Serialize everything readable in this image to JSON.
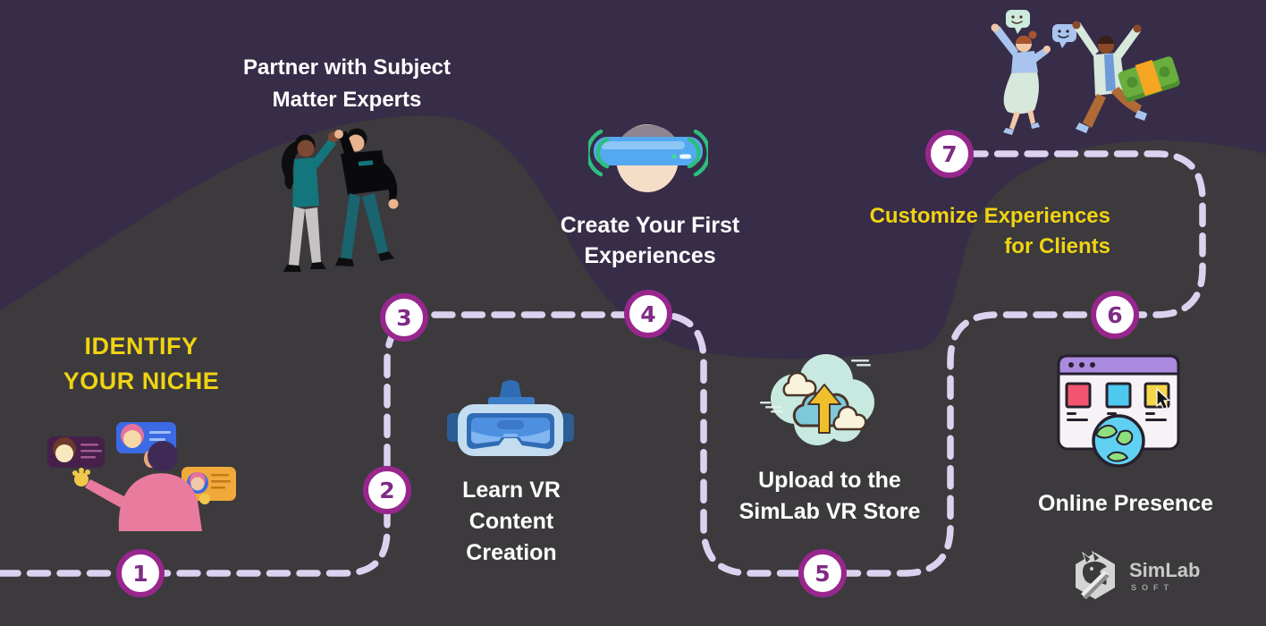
{
  "page": {
    "title": "7-step VR business roadmap infographic"
  },
  "colors": {
    "background_top": "#372D48",
    "background_hill": "#3C3A3D",
    "route_dash": "#DCD2F0",
    "milestone_border": "#97278C",
    "milestone_number": "#7F2B85",
    "accent_yellow": "#F0D313",
    "text_white": "#FFFFFF"
  },
  "milestones": [
    {
      "number": "1"
    },
    {
      "number": "2"
    },
    {
      "number": "3"
    },
    {
      "number": "4"
    },
    {
      "number": "5"
    },
    {
      "number": "6"
    },
    {
      "number": "7"
    }
  ],
  "labels": {
    "partner": {
      "lines": [
        "Partner with Subject",
        "Matter Experts"
      ],
      "color": "#FFFFFF"
    },
    "identify": {
      "lines": [
        "IDENTIFY",
        "YOUR NICHE"
      ],
      "color": "#F0D313"
    },
    "learn": {
      "lines": [
        "Learn VR",
        "Content",
        "Creation"
      ],
      "color": "#FFFFFF"
    },
    "create": {
      "lines": [
        "Create Your First",
        "Experiences"
      ],
      "color": "#FFFFFF"
    },
    "upload": {
      "lines": [
        "Upload to the",
        "SimLab VR Store"
      ],
      "color": "#FFFFFF"
    },
    "online": {
      "lines": [
        "Online Presence"
      ],
      "color": "#FFFFFF"
    },
    "customize": {
      "lines": [
        "Customize Experiences",
        "for Clients"
      ],
      "color": "#F0D313"
    }
  },
  "brand": {
    "name": "SimLab",
    "sub": "SOFT"
  },
  "icons": [
    "niche-profile-cards-icon",
    "high-five-partners-icon",
    "vr-head-experience-icon",
    "vr-headset-icon",
    "cloud-upload-icon",
    "browser-online-presence-icon",
    "celebration-clients-icon",
    "money-stack-icon",
    "speech-bubble-icon",
    "simlab-dragon-logo-icon"
  ]
}
